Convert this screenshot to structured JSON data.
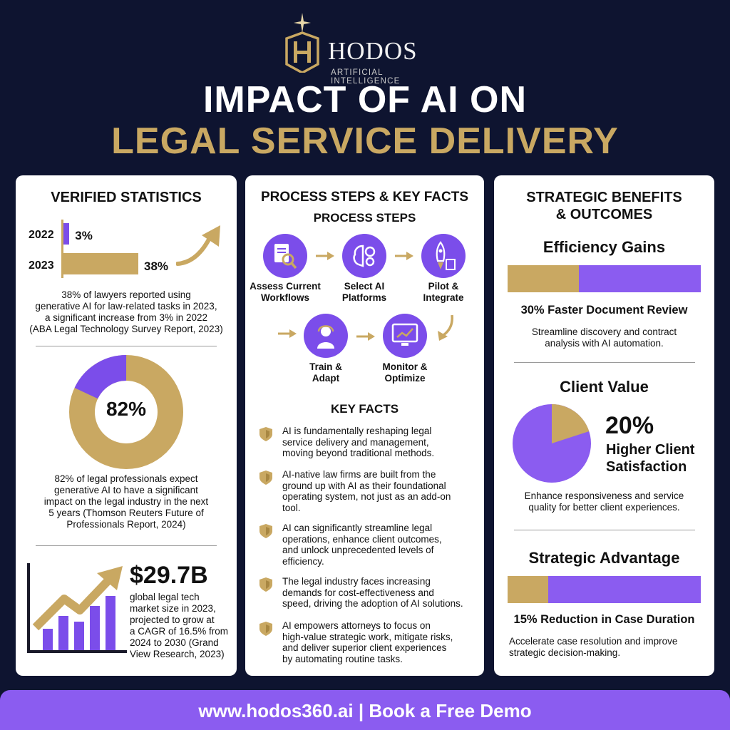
{
  "logo": {
    "name": "HODOS",
    "tagline": "ARTIFICIAL INTELLIGENCE"
  },
  "title": {
    "line1": "IMPACT OF AI ON",
    "line2": "LEGAL SERVICE DELIVERY"
  },
  "colors": {
    "background": "#0e1430",
    "gold": "#c9a862",
    "purple": "#7b4dea",
    "footer": "#8b5cf0"
  },
  "stats": {
    "heading": "VERIFIED STATISTICS",
    "bar_chart": {
      "rows": [
        {
          "year": "2022",
          "label": "3%"
        },
        {
          "year": "2023",
          "label": "38%"
        }
      ]
    },
    "bar_caption": [
      "38% of lawyers reported using",
      "generative AI for law-related tasks in 2023,",
      "a significant increase from 3% in 2022",
      "(ABA Legal Technology Survey Report, 2023)"
    ],
    "donut_label": "82%",
    "donut_caption": [
      "82% of legal professionals expect",
      "generative AI to have a significant",
      "impact on the legal industry in the next",
      "5 years (Thomson Reuters Future of",
      "Professionals Report, 2024)"
    ],
    "market_value": "$29.7B",
    "market_caption": [
      "global legal tech",
      "market size in 2023,",
      "projected to grow at",
      "a CAGR of 16.5% from",
      "2024 to 2030 (Grand",
      "View Research, 2023)"
    ]
  },
  "process": {
    "heading": "PROCESS STEPS & KEY FACTS",
    "steps_heading": "PROCESS STEPS",
    "steps": [
      {
        "label_1": "Assess Current",
        "label_2": "Workflows",
        "icon": "document-search-icon"
      },
      {
        "label_1": "Select AI",
        "label_2": "Platforms",
        "icon": "brain-gear-icon"
      },
      {
        "label_1": "Pilot &",
        "label_2": "Integrate",
        "icon": "rocket-icon"
      },
      {
        "label_1": "Train &",
        "label_2": "Adapt",
        "icon": "headset-person-icon"
      },
      {
        "label_1": "Monitor &",
        "label_2": "Optimize",
        "icon": "monitor-chart-icon"
      }
    ],
    "facts_heading": "KEY FACTS",
    "facts": [
      [
        "AI is fundamentally reshaping legal",
        "service delivery and management,",
        "moving beyond traditional methods."
      ],
      [
        "AI-native law firms are built from the",
        "ground up with AI as their foundational",
        "operating system, not just as an add-on",
        "tool."
      ],
      [
        "AI can significantly streamline legal",
        "operations, enhance client outcomes,",
        "and unlock unprecedented levels of",
        "efficiency."
      ],
      [
        "The legal industry faces increasing",
        "demands for cost-effectiveness and",
        "speed, driving the adoption of AI solutions."
      ],
      [
        "AI empowers attorneys to focus on",
        "high-value strategic work, mitigate risks,",
        "and deliver superior client experiences",
        "by automating routine tasks."
      ]
    ]
  },
  "benefits": {
    "heading_1": "STRATEGIC BENEFITS",
    "heading_2": "& OUTCOMES",
    "efficiency": {
      "title": "Efficiency Gains",
      "gold_fraction": 0.37,
      "metric": "30% Faster Document Review",
      "desc": [
        "Streamline discovery and contract",
        "analysis with AI automation."
      ]
    },
    "client": {
      "title": "Client Value",
      "pie_gold_fraction": 0.2,
      "pct": "20%",
      "label_1": "Higher Client",
      "label_2": "Satisfaction",
      "desc": [
        "Enhance responsiveness and service",
        "quality for better client experiences."
      ]
    },
    "strategic": {
      "title": "Strategic Advantage",
      "gold_fraction": 0.21,
      "metric": "15% Reduction in Case Duration",
      "desc": [
        "Accelerate case resolution and improve",
        "strategic decision-making."
      ]
    }
  },
  "footer": {
    "text": "www.hodos360.ai | Book a Free Demo"
  },
  "chart_data": [
    {
      "type": "bar",
      "categories": [
        "2022",
        "2023"
      ],
      "values": [
        3,
        38
      ],
      "data_labels": [
        "3%",
        "38%"
      ]
    },
    {
      "type": "pie",
      "labels": [],
      "values": [
        82,
        18
      ],
      "center_label": "82%"
    }
  ]
}
